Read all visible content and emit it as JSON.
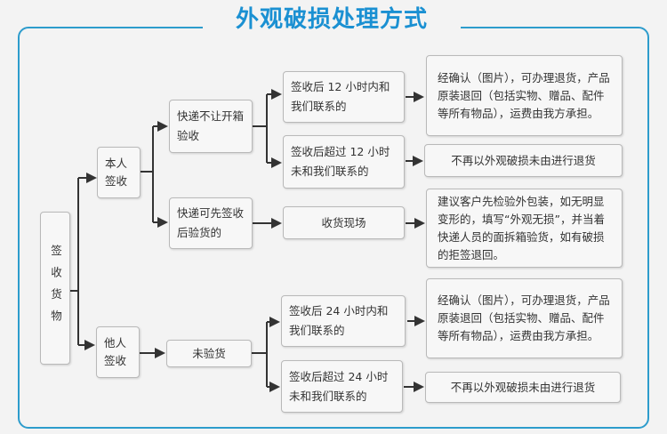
{
  "title": "外观破损处理方式",
  "root": "签收货物",
  "self_sign": "本人签收",
  "other_sign": "他人签收",
  "no_open": "快递不让开箱验收",
  "sign_then_check": "快递可先签收后验货的",
  "not_checked": "未验货",
  "within_12h": "签收后 12 小时内和我们联系的",
  "over_12h": "签收后超过 12 小时未和我们联系的",
  "on_site": "收货现场",
  "within_24h": "签收后 24 小时内和我们联系的",
  "over_24h": "签收后超过 24 小时未和我们联系的",
  "result_return": "经确认（图片），可办理退货，产品原装退回（包括实物、赠品、配件等所有物品），运费由我方承担。",
  "result_no_return": "不再以外观破损未由进行退货",
  "result_on_site": "建议客户先检验外包装，如无明显变形的，填写“外观无损”，并当着快递人员的面拆箱验货，如有破损的拒签退回。",
  "result_return_2": "经确认（图片），可办理退货，产品原装退回（包括实物、赠品、配件等所有物品），运费由我方承担。",
  "result_no_return_2": "不再以外观破损未由进行退货",
  "colors": {
    "frame": "#2d9ccc",
    "title": "#1a90d2"
  }
}
